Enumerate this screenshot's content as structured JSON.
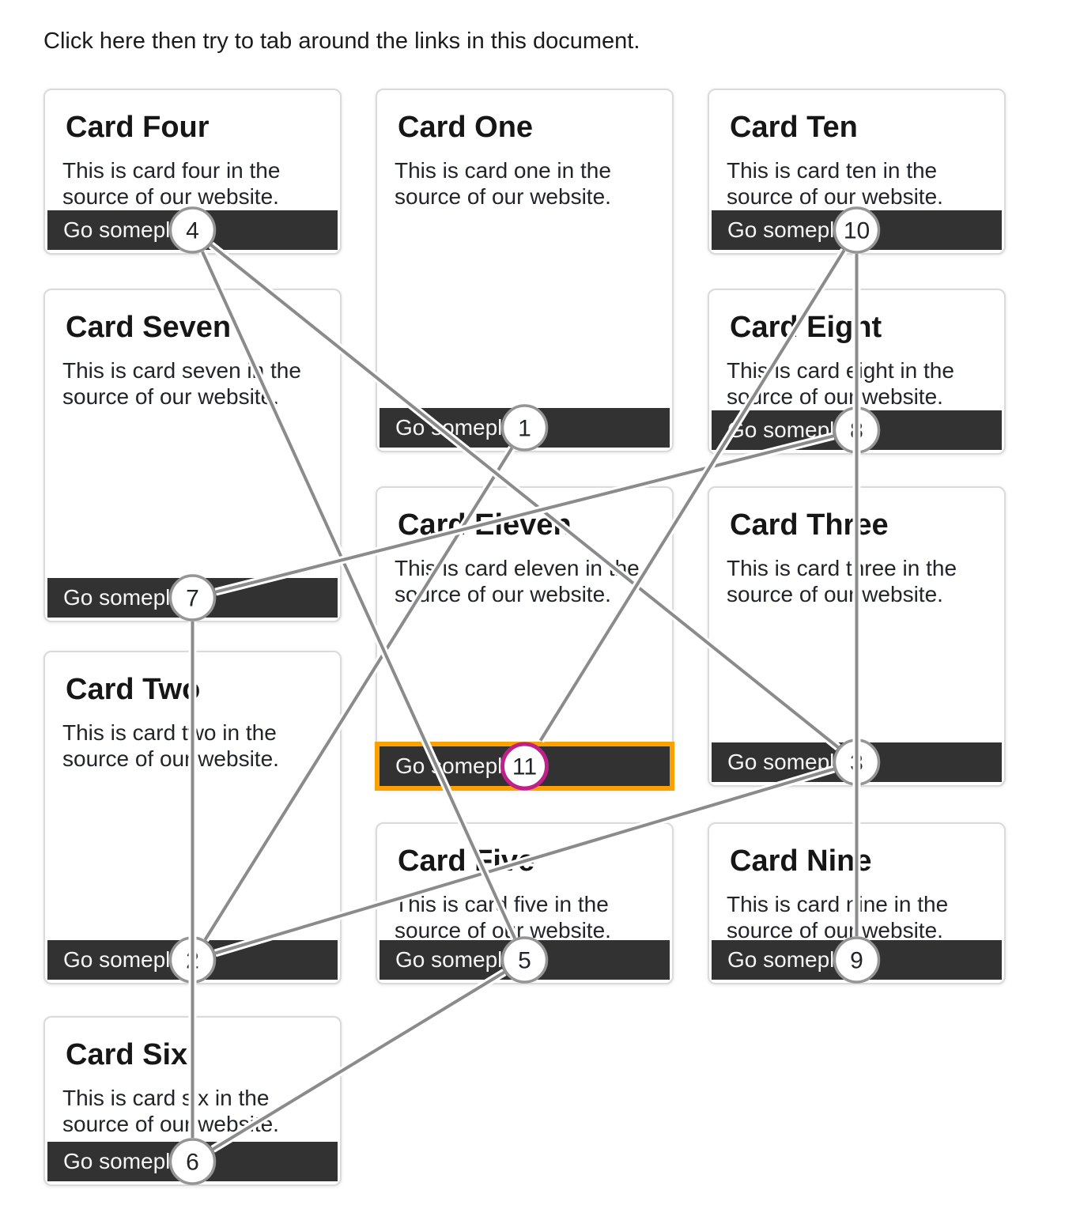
{
  "intro": "Click here then try to tab around the links in this document.",
  "cards": [
    {
      "title": "Card One",
      "body": "This is card one in the source of our website.",
      "link_label": "Go someplace",
      "tab_order": 1,
      "focused": false
    },
    {
      "title": "Card Two",
      "body": "This is card two in the source of our website.",
      "link_label": "Go someplace",
      "tab_order": 2,
      "focused": false
    },
    {
      "title": "Card Three",
      "body": "This is card three in the source of our website.",
      "link_label": "Go someplace",
      "tab_order": 3,
      "focused": false
    },
    {
      "title": "Card Four",
      "body": "This is card four in the source of our website.",
      "link_label": "Go someplace",
      "tab_order": 4,
      "focused": false
    },
    {
      "title": "Card Five",
      "body": "This is card five in the source of our website.",
      "link_label": "Go someplace",
      "tab_order": 5,
      "focused": false
    },
    {
      "title": "Card Six",
      "body": "This is card six in the source of our website.",
      "link_label": "Go someplace",
      "tab_order": 6,
      "focused": false
    },
    {
      "title": "Card Seven",
      "body": "This is card seven in the source of our website.",
      "link_label": "Go someplace",
      "tab_order": 7,
      "focused": false
    },
    {
      "title": "Card Eight",
      "body": "This is card eight in the source of our website.",
      "link_label": "Go someplace",
      "tab_order": 8,
      "focused": false
    },
    {
      "title": "Card Nine",
      "body": "This is card nine in the source of our website.",
      "link_label": "Go someplace",
      "tab_order": 9,
      "focused": false
    },
    {
      "title": "Card Ten",
      "body": "This is card ten in the source of our website.",
      "link_label": "Go someplace",
      "tab_order": 10,
      "focused": false
    },
    {
      "title": "Card Eleven",
      "body": "This is card eleven in the source of our website.",
      "link_label": "Go someplace",
      "tab_order": 11,
      "focused": true
    }
  ],
  "tab_overlay": {
    "numbers_shown": [
      1,
      2,
      3,
      4,
      5,
      6,
      7,
      8,
      9,
      10,
      11
    ],
    "focused_number": 11
  },
  "colors": {
    "connector_line": "#8b8b8b",
    "connector_casing": "#ffffff",
    "marker_border": "#959595",
    "marker_fill": "#ffffff",
    "focused_marker_border": "#bf2089",
    "focus_ring": "#f9a103",
    "button_background": "#323232",
    "button_text": "#f5f5f5"
  }
}
